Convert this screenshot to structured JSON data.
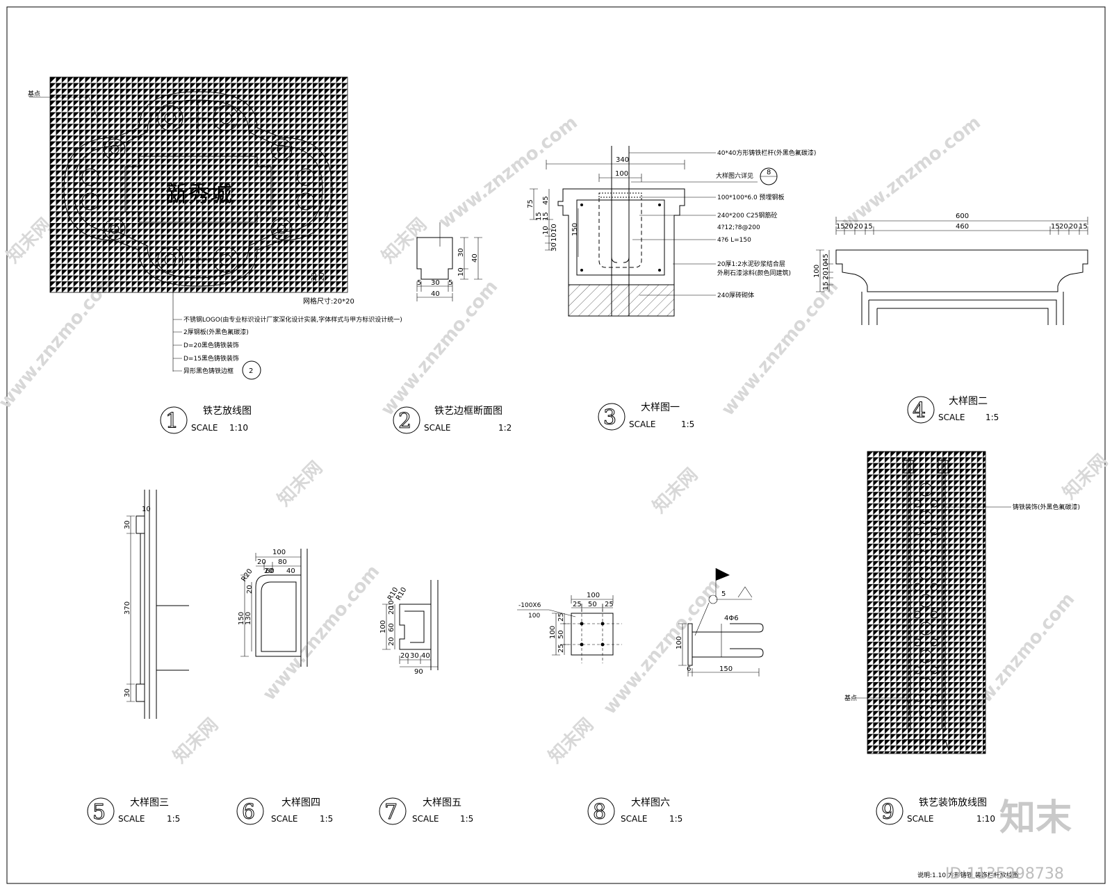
{
  "watermark": {
    "text": "www.znzmo.com",
    "brand_text": "知末网",
    "logo_text": "知末",
    "id_text": "ID:1135298738"
  },
  "details": [
    {
      "number": "1",
      "title": "铁艺放线图",
      "scale_label": "SCALE",
      "scale": "1:10"
    },
    {
      "number": "2",
      "title": "铁艺边框断面图",
      "scale_label": "SCALE",
      "scale": "1:2"
    },
    {
      "number": "3",
      "title": "大样图一",
      "scale_label": "SCALE",
      "scale": "1:5"
    },
    {
      "number": "4",
      "title": "大样图二",
      "scale_label": "SCALE",
      "scale": "1:5"
    },
    {
      "number": "5",
      "title": "大样图三",
      "scale_label": "SCALE",
      "scale": "1:5"
    },
    {
      "number": "6",
      "title": "大样图四",
      "scale_label": "SCALE",
      "scale": "1:5"
    },
    {
      "number": "7",
      "title": "大样图五",
      "scale_label": "SCALE",
      "scale": "1:5"
    },
    {
      "number": "8",
      "title": "大样图六",
      "scale_label": "SCALE",
      "scale": "1:5"
    },
    {
      "number": "9",
      "title": "铁艺装饰放线图",
      "scale_label": "SCALE",
      "scale": "1:10"
    }
  ],
  "detail1": {
    "point_label": "基点",
    "center_text": "新秀城",
    "grid_note": "网格尺寸:20*20",
    "grid_dim": "20",
    "callouts": [
      "不锈钢LOGO(由专业标识设计厂家深化设计实装,字体样式与甲方标识设计统一)",
      "2厚钢板(外黑色氟碳漆)",
      "D=20黑色铸铁装饰",
      "D=15黑色铸铁装饰",
      "异形黑色铸铁边框"
    ],
    "ref_num": "2"
  },
  "detail2": {
    "dims": [
      "30",
      "10",
      "40",
      "5",
      "30",
      "5",
      "40"
    ]
  },
  "detail3": {
    "dims": [
      "340",
      "100",
      "75",
      "45",
      "15",
      "15",
      "150",
      "10",
      "10",
      "10",
      "30"
    ],
    "ref_text": "大样图六详见",
    "ref_num": "8",
    "callouts": [
      "40*40方形铸铁栏杆(外黑色氟碳漆)",
      "100*100*6.0 预埋钢板",
      "240*200 C25钢筋砼",
      "4?12;?8@200",
      "4?6 L=150",
      "20厚1:2水泥砂浆结合层",
      "外刷石漆涂料(颜色同建筑)",
      "240厚砖砌体"
    ]
  },
  "detail4": {
    "dims": [
      "600",
      "460",
      "15",
      "20",
      "20",
      "15",
      "15",
      "20",
      "20",
      "15",
      "100",
      "45",
      "10",
      "20",
      "15"
    ]
  },
  "detail5": {
    "dims": [
      "10",
      "30",
      "370",
      "30"
    ]
  },
  "detail6": {
    "dims": [
      "100",
      "20",
      "80",
      "20",
      "60",
      "40",
      "R20",
      "20",
      "150",
      "130"
    ]
  },
  "detail7": {
    "dims": [
      "R10",
      "R10",
      "100",
      "60",
      "20",
      "20",
      "10",
      "20",
      "30",
      "40",
      "90"
    ]
  },
  "detail8": {
    "plate_label": "-100X6",
    "plate_sub": "100",
    "dims": [
      "100",
      "25",
      "50",
      "25",
      "100",
      "25",
      "50",
      "25"
    ]
  },
  "detail8b": {
    "dims": [
      "5",
      "4Φ6",
      "100",
      "6",
      "150"
    ]
  },
  "detail9": {
    "callout": "铸铁装饰(外黑色氟碳漆)",
    "point_label": "基点"
  },
  "footer_text": "说明:1.10 方形铸铁 装饰栏杆放线图"
}
